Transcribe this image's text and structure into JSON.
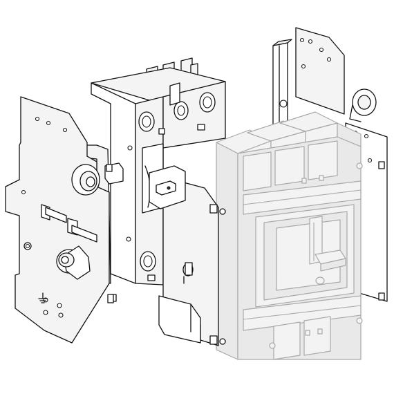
{
  "figure": {
    "kind": "exploded technical line drawing",
    "parts": [
      {
        "id": "front-mounting-plate",
        "icon": "mounting-plate"
      },
      {
        "id": "rotary-handle-mechanism",
        "icon": "rotary-handle"
      },
      {
        "id": "terminal-block",
        "icon": "terminal-block"
      },
      {
        "id": "side-adapter-plate",
        "icon": "adapter-plate"
      },
      {
        "id": "circuit-breaker",
        "icon": "circuit-breaker",
        "rendered": "greyed-out"
      },
      {
        "id": "rear-bracket",
        "icon": "bracket"
      }
    ]
  },
  "colors": {
    "line": "#111111",
    "breaker_outline": "#a9a9a9",
    "breaker_fill": "#e9e9e9",
    "background": "#ffffff"
  }
}
